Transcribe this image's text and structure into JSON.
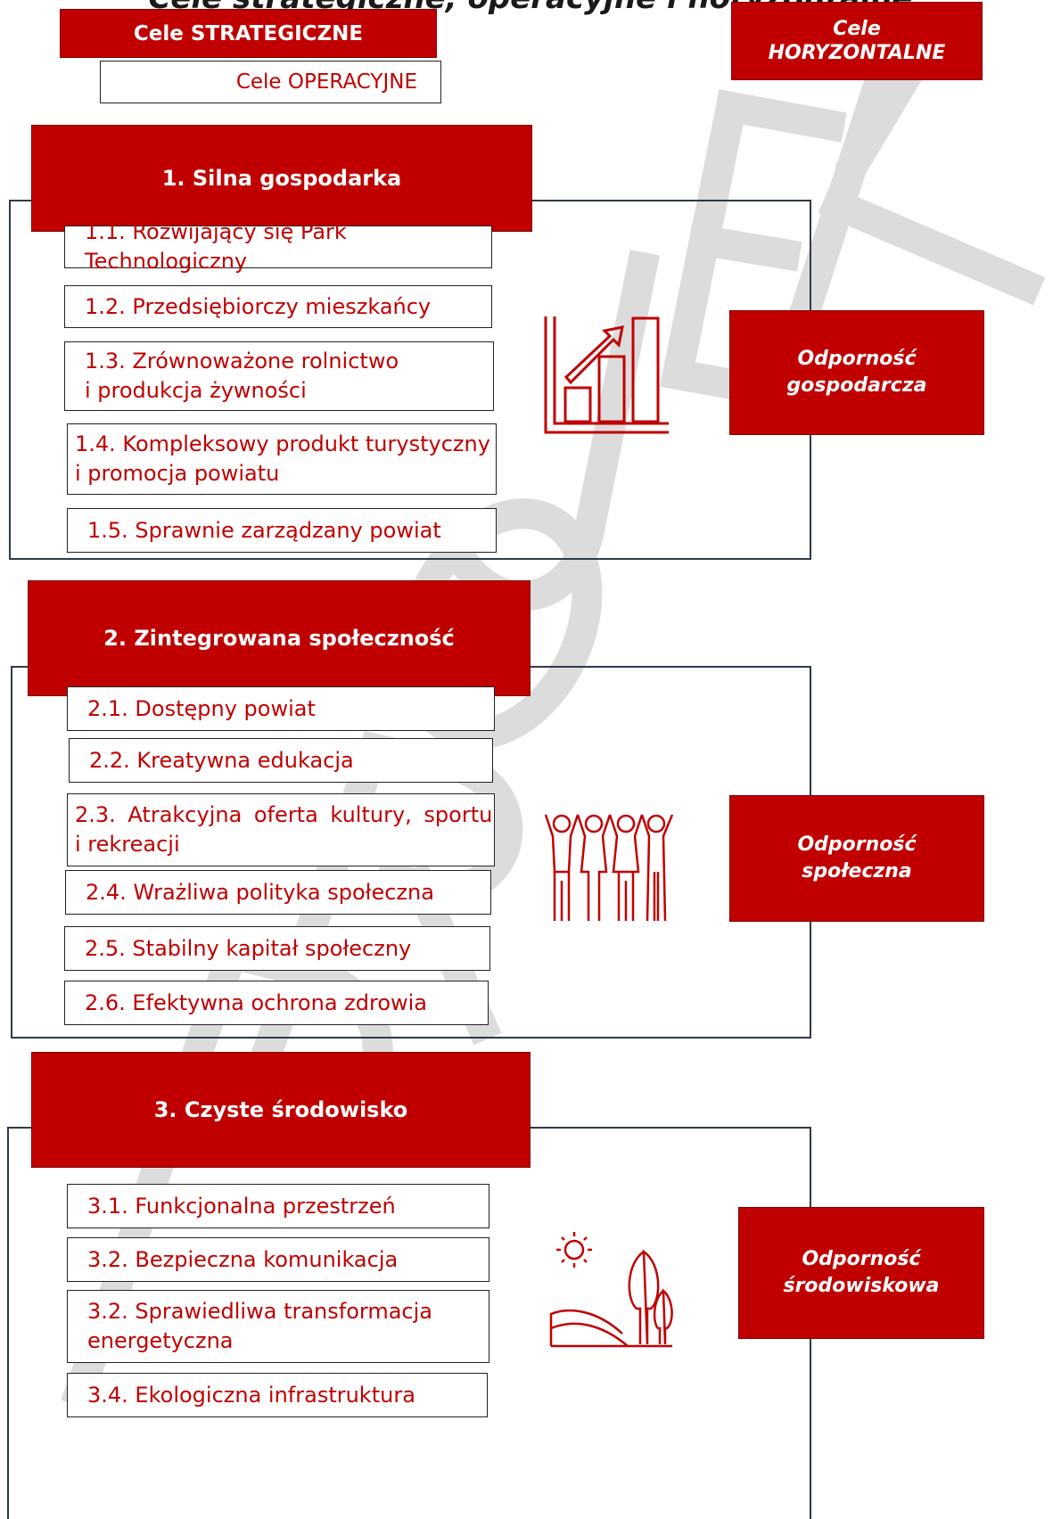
{
  "header": {
    "partial_title": "Cele strategiczne, operacyjne i horyzontalne",
    "legend_strategic": "Cele STRATEGICZNE",
    "legend_operational": "Cele OPERACYJNE",
    "legend_horizontal": "Cele HORYZONTALNE",
    "legend_horizontal_line1": "Cele",
    "legend_horizontal_line2": "HORYZONTALNE"
  },
  "watermark": {
    "text": "PROJEKT"
  },
  "colors": {
    "accent": "#c00000",
    "border": "#2e3a4a",
    "text_white": "#ffffff"
  },
  "groups": [
    {
      "title": "1. Silna gospodarka",
      "icon": "growth-chart-icon",
      "horizontal_line1": "Odporność",
      "horizontal_line2": "gospodarcza",
      "items": [
        {
          "line1": "1.1. Rozwijający się Park Technologiczny",
          "line2": ""
        },
        {
          "line1": "1.2. Przedsiębiorczy mieszkańcy",
          "line2": ""
        },
        {
          "line1": "1.3. Zrównoważone rolnictwo",
          "line2": "i produkcja żywności"
        },
        {
          "line1": "1.4. Kompleksowy produkt turystyczny",
          "line2": "i promocja powiatu"
        },
        {
          "line1": "1.5. Sprawnie zarządzany powiat",
          "line2": ""
        }
      ]
    },
    {
      "title": "2. Zintegrowana społeczność",
      "icon": "people-group-icon",
      "horizontal_line1": "Odporność",
      "horizontal_line2": "społeczna",
      "items": [
        {
          "line1": "2.1. Dostępny powiat",
          "line2": ""
        },
        {
          "line1": "2.2. Kreatywna edukacja",
          "line2": ""
        },
        {
          "line1": "2.3. Atrakcyjna oferta kultury, sportu",
          "line2": "i rekreacji"
        },
        {
          "line1": "2.4. Wrażliwa polityka społeczna",
          "line2": ""
        },
        {
          "line1": "2.5. Stabilny kapitał społeczny",
          "line2": ""
        },
        {
          "line1": "2.6. Efektywna ochrona zdrowia",
          "line2": ""
        }
      ]
    },
    {
      "title": "3. Czyste środowisko",
      "icon": "landscape-sun-tree-icon",
      "horizontal_line1": "Odporność",
      "horizontal_line2": "środowiskowa",
      "items": [
        {
          "line1": "3.1. Funkcjonalna przestrzeń",
          "line2": ""
        },
        {
          "line1": "3.2. Bezpieczna komunikacja",
          "line2": ""
        },
        {
          "line1": "3.2. Sprawiedliwa transformacja",
          "line2": "energetyczna"
        },
        {
          "line1": "3.4. Ekologiczna infrastruktura",
          "line2": ""
        }
      ]
    }
  ]
}
